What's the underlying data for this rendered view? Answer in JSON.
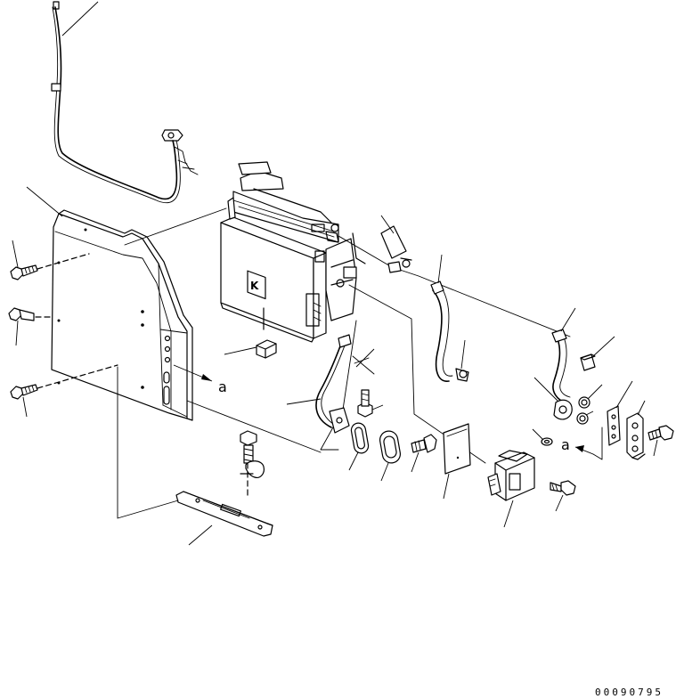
{
  "drawing": {
    "reference_number": "00090795",
    "callouts": [
      {
        "id": "callout-a-left",
        "text": "a"
      },
      {
        "id": "callout-a-right",
        "text": "a"
      }
    ]
  }
}
